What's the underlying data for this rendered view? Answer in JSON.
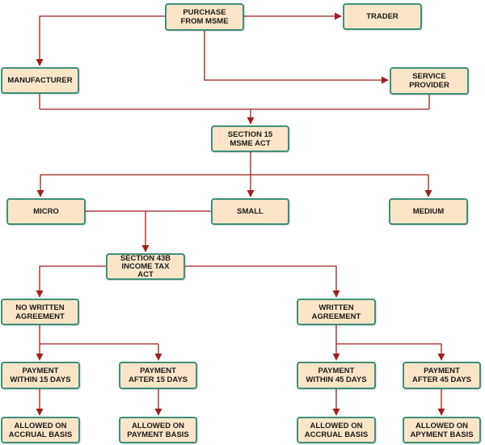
{
  "colors": {
    "box_fill": "#fbe5c8",
    "box_border": "#3f8f7a",
    "connector": "#a01e1e",
    "text": "#1a1a1a"
  },
  "nodes": {
    "purchase": "PURCHASE\nFROM MSME",
    "trader": "TRADER",
    "manufacturer": "MANUFACTURER",
    "service_provider": "SERVICE\nPROVIDER",
    "section15": "SECTION 15\nMSME ACT",
    "micro": "MICRO",
    "small": "SMALL",
    "medium": "MEDIUM",
    "section43b": "SECTION 43B\nINCOME TAX\nACT",
    "no_written": "NO WRITTEN\nAGREEMENT",
    "written": "WRITTEN\nAGREEMENT",
    "pay_within_15": "PAYMENT\nWITHIN 15 DAYS",
    "pay_after_15": "PAYMENT\nAFTER  15 DAYS",
    "pay_within_45": "PAYMENT\nWITHIN 45 DAYS",
    "pay_after_45": "PAYMENT\nAFTER  45 DAYS",
    "accrual_1": "ALLOWED ON\nACCRUAL BASIS",
    "payment_basis": "ALLOWED ON\nPAYMENT BASIS",
    "accrual_2": "ALLOWED ON\nACCRUAL BASIS",
    "apyment_basis": "ALLOWED ON\nAPYMENT BASIS"
  }
}
